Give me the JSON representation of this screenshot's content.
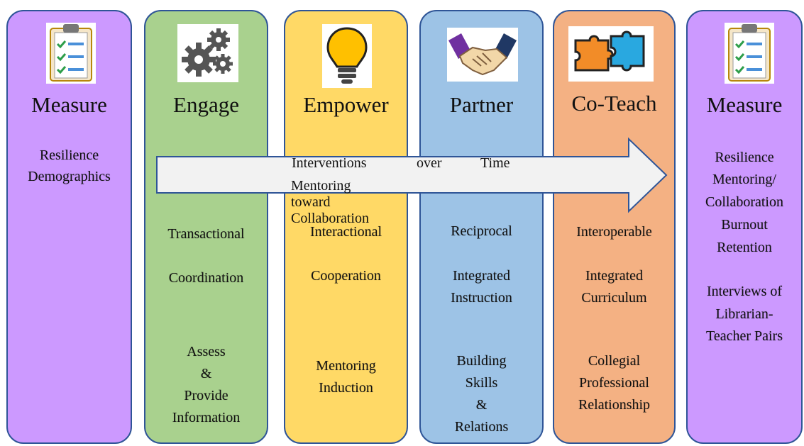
{
  "columns": [
    {
      "id": "measure-left",
      "title": "Measure",
      "icon": "clipboard-checklist-icon",
      "color": "#cc99ff",
      "items": [
        {
          "text": "Resilience"
        },
        {
          "text": "Demographics"
        }
      ]
    },
    {
      "id": "engage",
      "title": "Engage",
      "icon": "gears-icon",
      "color": "#a9d18e",
      "items": [
        {
          "text": "Transactional"
        },
        {
          "text": "Coordination"
        },
        {
          "text": "Assess"
        },
        {
          "text": "&"
        },
        {
          "text": "Provide"
        },
        {
          "text": "Information"
        }
      ]
    },
    {
      "id": "empower",
      "title": "Empower",
      "icon": "lightbulb-icon",
      "color": "#ffd966",
      "items": [
        {
          "text": "Interactional"
        },
        {
          "text": "Cooperation"
        },
        {
          "text": "Mentoring"
        },
        {
          "text": "Induction"
        }
      ]
    },
    {
      "id": "partner",
      "title": "Partner",
      "icon": "handshake-icon",
      "color": "#9dc3e6",
      "items": [
        {
          "text": "Reciprocal"
        },
        {
          "text": "Integrated"
        },
        {
          "text": "Instruction"
        },
        {
          "text": "Building"
        },
        {
          "text": "Skills"
        },
        {
          "text": "&"
        },
        {
          "text": "Relations"
        }
      ]
    },
    {
      "id": "coteach",
      "title": "Co-Teach",
      "icon": "puzzle-pieces-icon",
      "color": "#f4b183",
      "items": [
        {
          "text": "Interoperable"
        },
        {
          "text": "Integrated"
        },
        {
          "text": "Curriculum"
        },
        {
          "text": "Collegial"
        },
        {
          "text": "Professional"
        },
        {
          "text": "Relationship"
        }
      ]
    },
    {
      "id": "measure-right",
      "title": "Measure",
      "icon": "clipboard-checklist-icon",
      "color": "#cc99ff",
      "items": [
        {
          "text": "Resilience"
        },
        {
          "text": "Mentoring/"
        },
        {
          "text": "Collaboration"
        },
        {
          "text": "Burnout"
        },
        {
          "text": "Retention"
        },
        {
          "text": "Interviews of"
        },
        {
          "text": "Librarian-"
        },
        {
          "text": "Teacher Pairs"
        }
      ]
    }
  ],
  "arrow": {
    "words": [
      "Interventions",
      "over",
      "Time"
    ],
    "line2": "Mentoring toward Collaboration",
    "fill": "#f2f2f2",
    "stroke": "#2f5597"
  }
}
